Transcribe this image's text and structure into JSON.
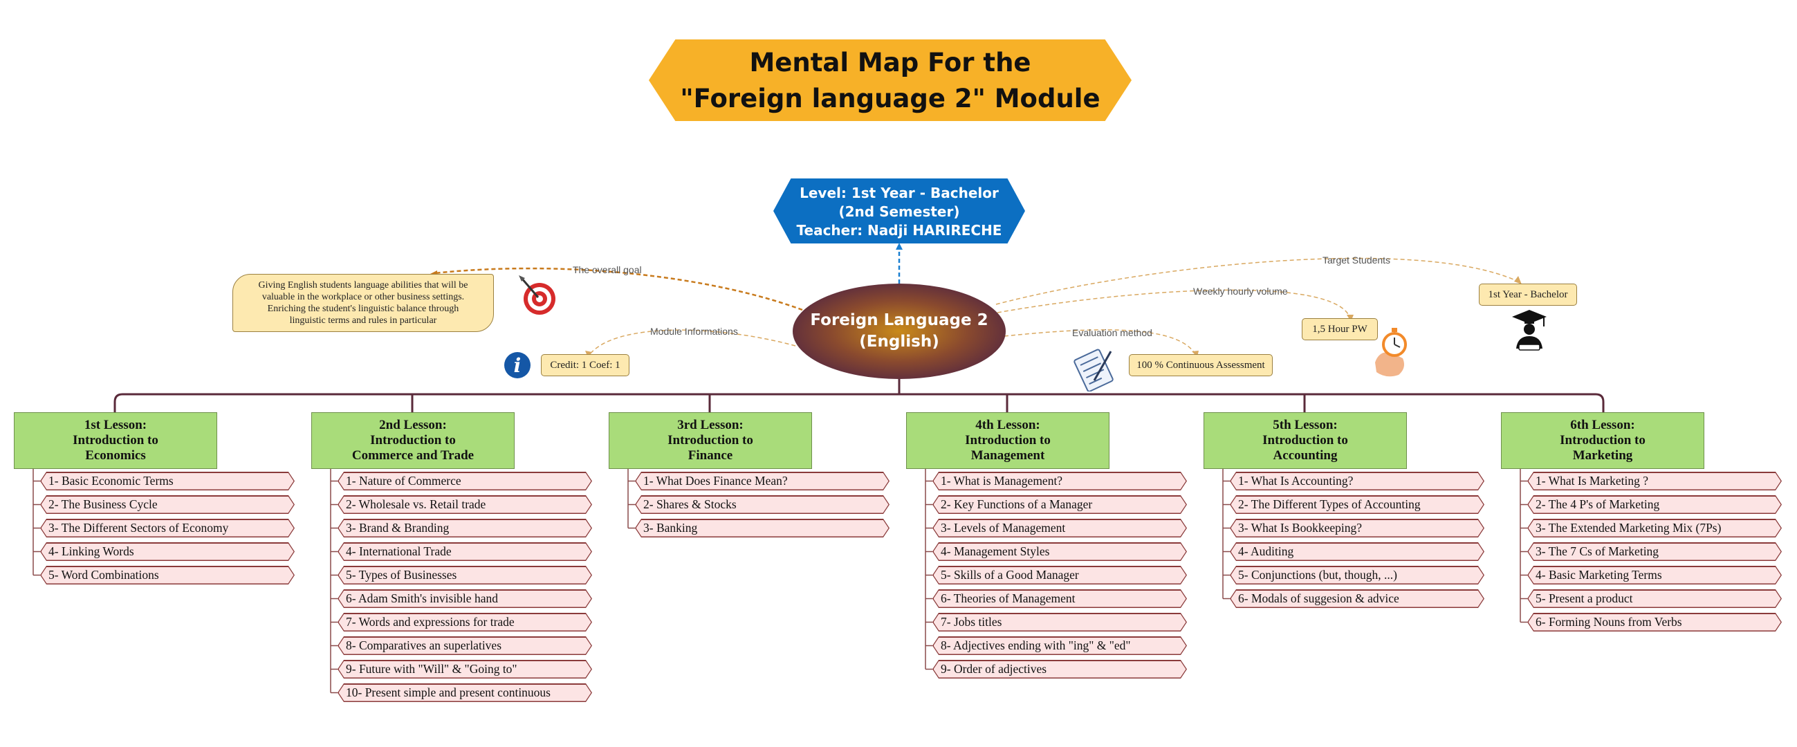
{
  "title": {
    "line1": "Mental Map For the",
    "line2": "\"Foreign language 2\" Module"
  },
  "level": {
    "line1": "Level: 1st Year - Bachelor",
    "line2": "(2nd Semester)",
    "line3": "Teacher: Nadji HARIRECHE"
  },
  "center": {
    "line1": "Foreign Language 2",
    "line2": "(English)"
  },
  "branches": {
    "goal": {
      "label": "The overall goal",
      "text": [
        "Giving English students language abilities that will be",
        "valuable in the workplace or other business settings.",
        "Enriching the student's linguistic balance through",
        "linguistic terms and rules in particular"
      ]
    },
    "module_info": {
      "label": "Module Informations",
      "text": "Credit: 1 Coef: 1"
    },
    "evaluation": {
      "label": "Evaluation method",
      "text": "100 % Continuous Assessment"
    },
    "weekly": {
      "label": "Weekly hourly volume",
      "text": "1,5 Hour PW"
    },
    "target": {
      "label": "Target Students",
      "text": "1st Year - Bachelor"
    }
  },
  "lessons": [
    {
      "title": [
        "1st Lesson:",
        "Introduction to",
        "Economics"
      ],
      "items": [
        "1- Basic Economic Terms",
        "2- The Business Cycle",
        "3- The Different Sectors of Economy",
        "4- Linking Words",
        "5- Word Combinations"
      ]
    },
    {
      "title": [
        "2nd Lesson:",
        "Introduction to",
        "Commerce and Trade"
      ],
      "items": [
        "1- Nature of Commerce",
        "2- Wholesale vs. Retail trade",
        "3- Brand & Branding",
        "4- International Trade",
        "5- Types of Businesses",
        "6- Adam Smith's invisible hand",
        "7- Words and expressions for trade",
        "8- Comparatives an superlatives",
        "9- Future with \"Will\" & \"Going to\"",
        "10- Present simple and present continuous"
      ]
    },
    {
      "title": [
        "3rd Lesson:",
        "Introduction to",
        "Finance"
      ],
      "items": [
        "1- What Does Finance Mean?",
        "2- Shares & Stocks",
        "3- Banking"
      ]
    },
    {
      "title": [
        "4th Lesson:",
        "Introduction to",
        "Management"
      ],
      "items": [
        "1- What is Management?",
        "2- Key Functions of a Manager",
        "3- Levels of Management",
        "4- Management Styles",
        "5- Skills of a Good Manager",
        "6- Theories of Management",
        "7- Jobs titles",
        "8- Adjectives ending with \"ing\" & \"ed\"",
        "9- Order of adjectives"
      ]
    },
    {
      "title": [
        "5th Lesson:",
        "Introduction to",
        "Accounting"
      ],
      "items": [
        "1- What Is Accounting?",
        "2- The Different Types of Accounting",
        "3- What Is Bookkeeping?",
        "4- Auditing",
        "5- Conjunctions (but, though, ...)",
        "6- Modals of suggesion & advice"
      ]
    },
    {
      "title": [
        "6th Lesson:",
        "Introduction to",
        "Marketing"
      ],
      "items": [
        "1- What Is Marketing ?",
        "2- The 4 P's of Marketing",
        "3- The Extended Marketing Mix (7Ps)",
        "3- The 7 Cs of Marketing",
        "4- Basic Marketing Terms",
        "5- Present a product",
        "6- Forming Nouns from Verbs"
      ]
    }
  ],
  "icons": [
    "target-icon",
    "info-icon",
    "checklist-icon",
    "stopwatch-icon",
    "graduate-icon"
  ],
  "colors": {
    "title_bg": "#f7b128",
    "level_bg": "#0c6fc2",
    "lesson_bg": "#a9dc7a",
    "item_bg": "#fce4e4",
    "note_bg": "#fde9b0",
    "connector": "#5a2a3a"
  }
}
